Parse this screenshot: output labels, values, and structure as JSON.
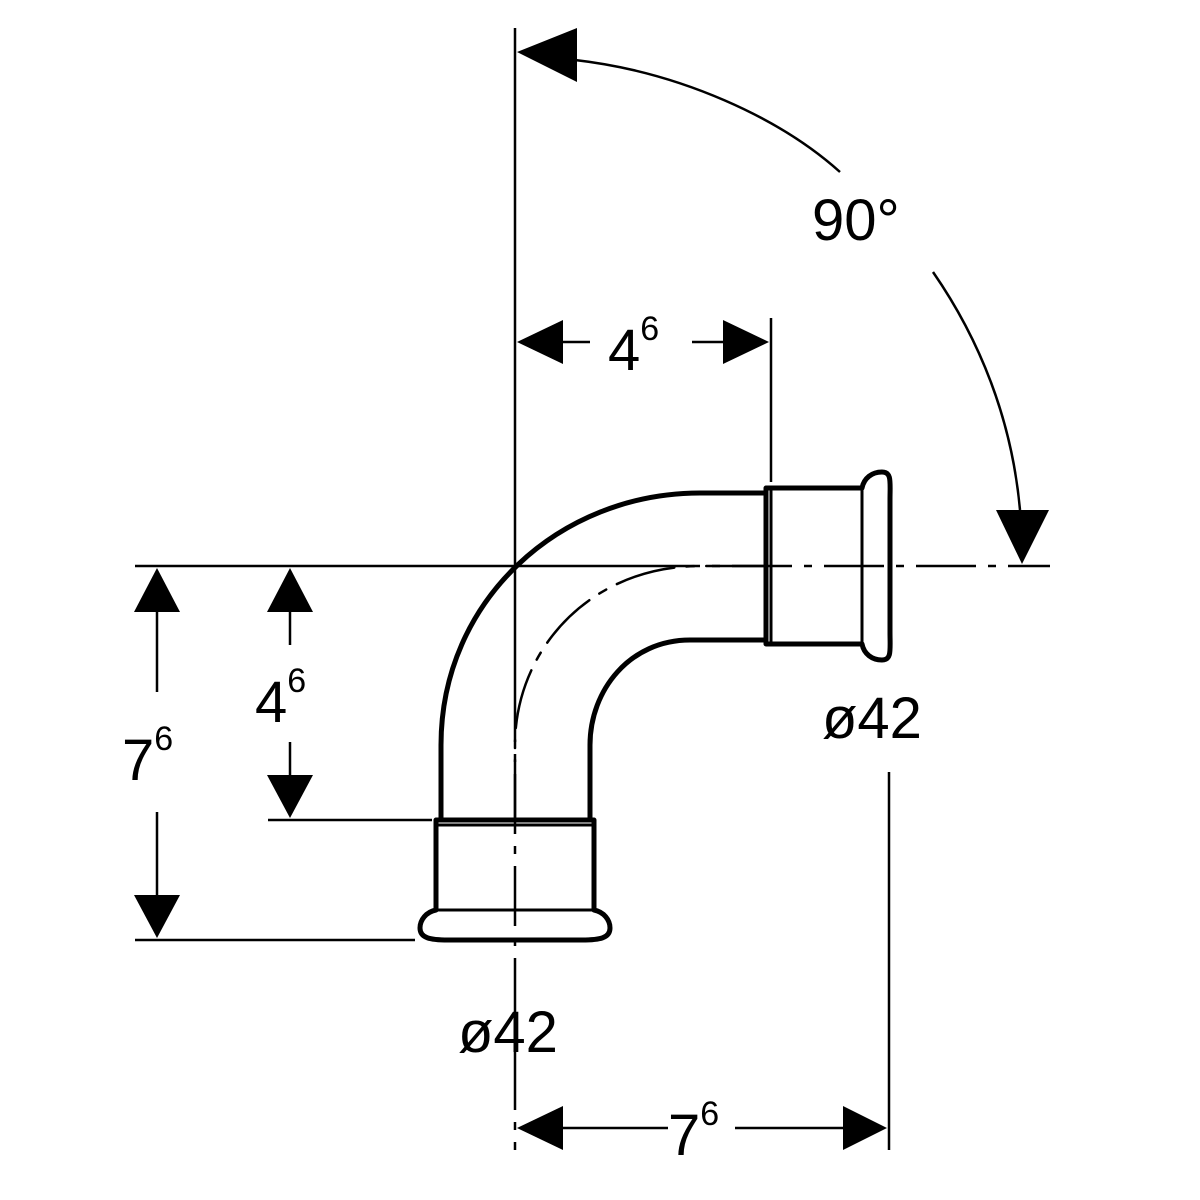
{
  "title": "",
  "colors": {
    "ink": "#000000",
    "paper": "#ffffff"
  },
  "dimensions": {
    "angle": {
      "value": "90°"
    },
    "top_offset": {
      "base": "4",
      "sup": "6"
    },
    "left_inner": {
      "base": "4",
      "sup": "6"
    },
    "left_outer": {
      "base": "7",
      "sup": "6"
    },
    "bottom_length": {
      "base": "7",
      "sup": "6"
    },
    "diameter_right": {
      "value": "ø42"
    },
    "diameter_bottom": {
      "value": "ø42"
    }
  }
}
